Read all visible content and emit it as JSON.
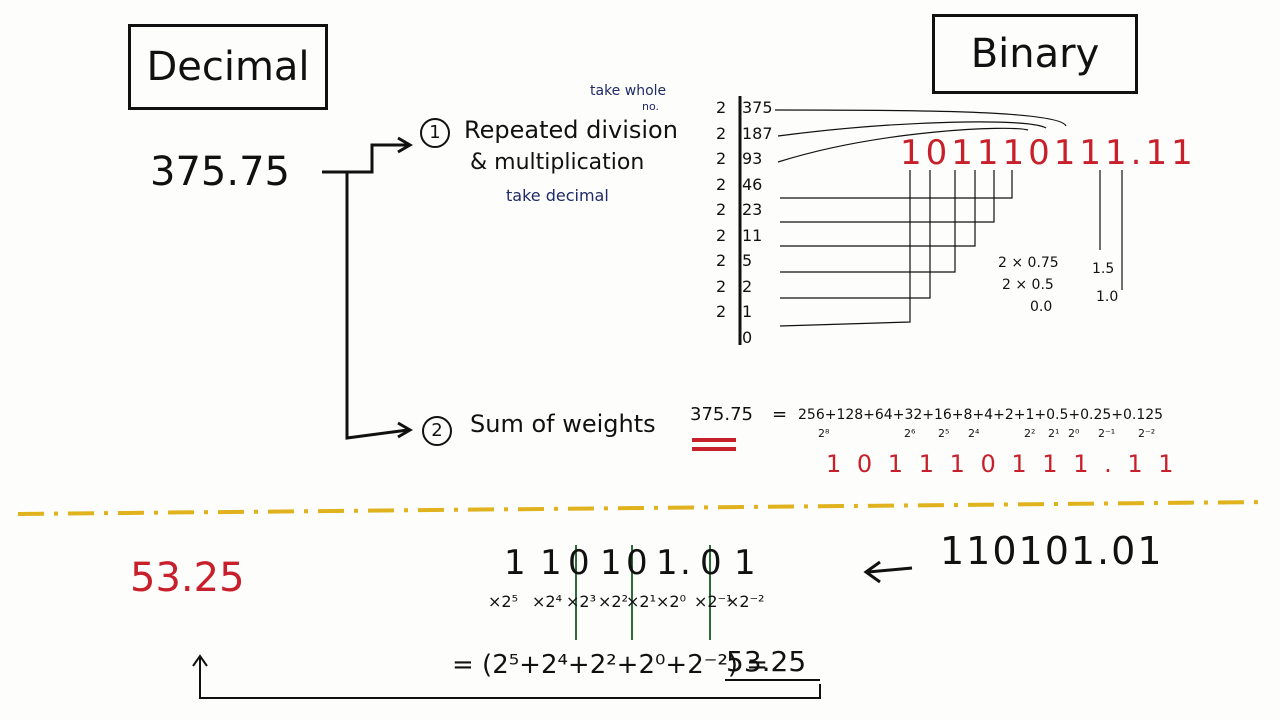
{
  "headings": {
    "decimal": "Decimal",
    "binary": "Binary"
  },
  "decimal_value": "375.75",
  "methods": {
    "m1_number": "1",
    "m1_text": "Repeated division",
    "m1_text2": "& multiplication",
    "note_whole": "take whole",
    "note_no": "no.",
    "note_decimal": "take decimal",
    "m2_number": "2",
    "m2_text": "Sum of weights"
  },
  "division": {
    "divisor": "2",
    "quotients": [
      "375",
      "187",
      "93",
      "46",
      "23",
      "11",
      "5",
      "2",
      "1",
      "0"
    ]
  },
  "binary_result": "101110111.11",
  "fraction": {
    "row1_expr": "2 × 0.75",
    "row1_res": "1.5",
    "row2_expr": "2 × 0.5",
    "row2_res": "1.0",
    "row3_expr": "0.0"
  },
  "sum_weights": {
    "lhs": "375.75",
    "equals": "=",
    "expr": "256+128+64+32+16+8+4+2+1+0.5+0.25+0.125",
    "powers": [
      "2⁸",
      "2⁶",
      "2⁵",
      "2⁴",
      "2²",
      "2¹",
      "2⁰",
      "2⁻¹",
      "2⁻²"
    ],
    "bits": "1 0 1 1 1 0 1 1 1 . 1 1"
  },
  "example2": {
    "result": "53.25",
    "binary": "110101.01",
    "bits": [
      "1",
      "1",
      "0",
      "1",
      "0",
      "1",
      ".",
      "0",
      "1"
    ],
    "weights": [
      "×2⁵",
      "×2⁴",
      "×2³",
      "×2²",
      "×2¹",
      "×2⁰",
      "×2⁻¹",
      "×2⁻²"
    ],
    "equation": "= (2⁵+2⁴+2²+2⁰+2⁻²) =",
    "answer": "53.25"
  },
  "colors": {
    "ink": "#111111",
    "accent_red": "#c8202a",
    "navy": "#1f2a66",
    "divider": "#e0b21e",
    "green": "#2e6b3a"
  }
}
